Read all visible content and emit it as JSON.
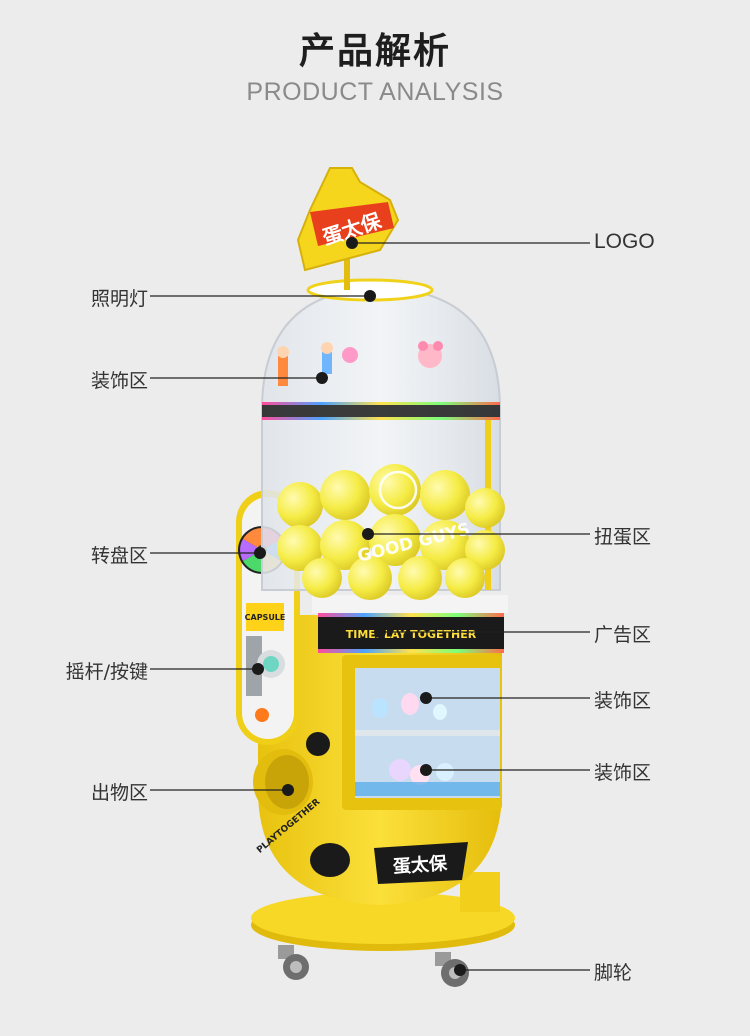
{
  "header": {
    "title_cn": "产品解析",
    "title_en": "PRODUCT ANALYSIS"
  },
  "callouts": {
    "logo": "LOGO",
    "lighting": "照明灯",
    "decor_top": "装饰区",
    "turntable": "转盘区",
    "gacha": "扭蛋区",
    "ad": "广告区",
    "lever": "摇杆/按键",
    "decor_mid": "装饰区",
    "exit": "出物区",
    "decor_low": "装饰区",
    "caster": "脚轮"
  },
  "machine_text": {
    "brand_sign": "蛋太保",
    "ball_print": "GOOD GUYS",
    "band_text": "TIMEPLAY TOGETHER",
    "capsule_label": "CAPSULE",
    "exit_ring": "PLAYTOGETHER",
    "body_brand": "蛋太保"
  },
  "colors": {
    "background": "#ececec",
    "machine_yellow": "#f6d61d",
    "ball_yellow": "#f5ec45",
    "leader_line": "#222222"
  }
}
